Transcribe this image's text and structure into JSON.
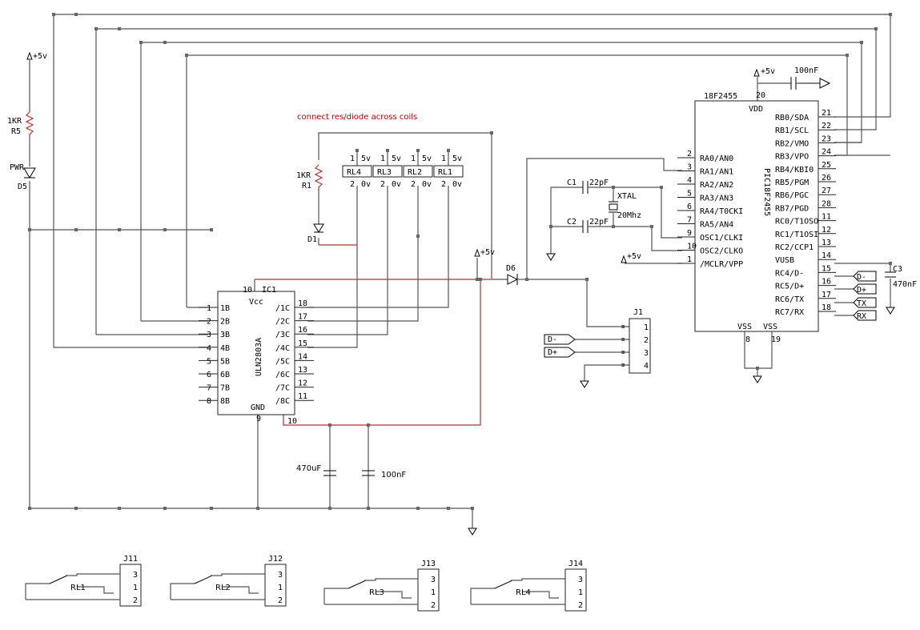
{
  "title": "connect res/diode across coils",
  "supply": {
    "vcc": "+5v",
    "usb_vcc": "+5v",
    "mclr_vcc": "+5v",
    "pic_vdd": "+5v"
  },
  "power_led": {
    "resistor_value": "1KR",
    "resistor_ref": "R5",
    "led_label": "PWR",
    "led_ref": "D5"
  },
  "coil_res": {
    "value": "1KR",
    "ref": "R1",
    "diode": "D1"
  },
  "relays": [
    {
      "ref": "RL4",
      "pin1": "1",
      "v1": "5v",
      "pin2": "2",
      "v2": "0v"
    },
    {
      "ref": "RL3",
      "pin1": "1",
      "v1": "5v",
      "pin2": "2",
      "v2": "0v"
    },
    {
      "ref": "RL2",
      "pin1": "1",
      "v1": "5v",
      "pin2": "2",
      "v2": "0v"
    },
    {
      "ref": "RL1",
      "pin1": "1",
      "v1": "5v",
      "pin2": "2",
      "v2": "0v"
    }
  ],
  "ic1": {
    "ref": "IC1",
    "part": "ULN2803A",
    "vcc_pin": "10",
    "vcc": "Vcc",
    "gnd": "GND",
    "gnd_pin": "9",
    "gnd_pin2": "10",
    "left_pins": [
      {
        "num": "1",
        "name": "1B"
      },
      {
        "num": "2",
        "name": "2B"
      },
      {
        "num": "3",
        "name": "3B"
      },
      {
        "num": "4",
        "name": "4B"
      },
      {
        "num": "5",
        "name": "5B"
      },
      {
        "num": "6",
        "name": "6B"
      },
      {
        "num": "7",
        "name": "7B"
      },
      {
        "num": "8",
        "name": "8B"
      }
    ],
    "right_pins": [
      {
        "num": "18",
        "name": "/1C"
      },
      {
        "num": "17",
        "name": "/2C"
      },
      {
        "num": "16",
        "name": "/3C"
      },
      {
        "num": "15",
        "name": "/4C"
      },
      {
        "num": "14",
        "name": "/5C"
      },
      {
        "num": "13",
        "name": "/6C"
      },
      {
        "num": "12",
        "name": "/7C"
      },
      {
        "num": "11",
        "name": "/8C"
      }
    ]
  },
  "pic": {
    "ref": "18F2455",
    "part": "PIC18F2455",
    "vdd": "VDD",
    "vdd_pin": "20",
    "vss_left": "VSS",
    "vss_right": "VSS",
    "vss_pin_left": "8",
    "vss_pin_right": "19",
    "left_pins": [
      {
        "num": "2",
        "name": "RA0/AN0"
      },
      {
        "num": "3",
        "name": "RA1/AN1"
      },
      {
        "num": "4",
        "name": "RA2/AN2"
      },
      {
        "num": "5",
        "name": "RA3/AN3"
      },
      {
        "num": "6",
        "name": "RA4/T0CKI"
      },
      {
        "num": "7",
        "name": "RA5/AN4"
      },
      {
        "num": "9",
        "name": "OSC1/CLKI"
      },
      {
        "num": "10",
        "name": "OSC2/CLKO"
      },
      {
        "num": "1",
        "name": "/MCLR/VPP"
      }
    ],
    "right_pins": [
      {
        "num": "21",
        "name": "RB0/SDA"
      },
      {
        "num": "22",
        "name": "RB1/SCL"
      },
      {
        "num": "23",
        "name": "RB2/VMO"
      },
      {
        "num": "24",
        "name": "RB3/VPO"
      },
      {
        "num": "25",
        "name": "RB4/KBI0"
      },
      {
        "num": "26",
        "name": "RB5/PGM"
      },
      {
        "num": "27",
        "name": "RB6/PGC"
      },
      {
        "num": "28",
        "name": "RB7/PGD"
      },
      {
        "num": "11",
        "name": "RC0/T1OSO"
      },
      {
        "num": "12",
        "name": "RC1/T1OSI"
      },
      {
        "num": "13",
        "name": "RC2/CCP1"
      },
      {
        "num": "14",
        "name": "VUSB"
      },
      {
        "num": "15",
        "name": "RC4/D-"
      },
      {
        "num": "16",
        "name": "RC5/D+"
      },
      {
        "num": "17",
        "name": "RC6/TX"
      },
      {
        "num": "18",
        "name": "RC7/RX"
      }
    ]
  },
  "vdd_cap": "100nF",
  "c3": {
    "ref": "C3",
    "value": "470nF"
  },
  "net_flags": {
    "dminus": "D-",
    "dplus": "D+",
    "tx": "TX",
    "rx": "RX"
  },
  "crystal": {
    "c1_ref": "C1",
    "c1_val": "22pF",
    "c2_ref": "C2",
    "c2_val": "22pF",
    "xtal": "XTAL",
    "freq": "20Mhz"
  },
  "d6": "D6",
  "j1": {
    "ref": "J1",
    "pins": [
      "1",
      "2",
      "3",
      "4"
    ],
    "dminus": "D-",
    "dplus": "D+"
  },
  "bulk_caps": {
    "c_big": "470uF",
    "c_small": "100nF"
  },
  "out_connectors": [
    {
      "ref": "J11",
      "relay": "RL1",
      "pins": [
        "3",
        "1",
        "2"
      ]
    },
    {
      "ref": "J12",
      "relay": "RL2",
      "pins": [
        "3",
        "1",
        "2"
      ]
    },
    {
      "ref": "J13",
      "relay": "RL3",
      "pins": [
        "3",
        "1",
        "2"
      ]
    },
    {
      "ref": "J14",
      "relay": "RL4",
      "pins": [
        "3",
        "1",
        "2"
      ]
    }
  ]
}
